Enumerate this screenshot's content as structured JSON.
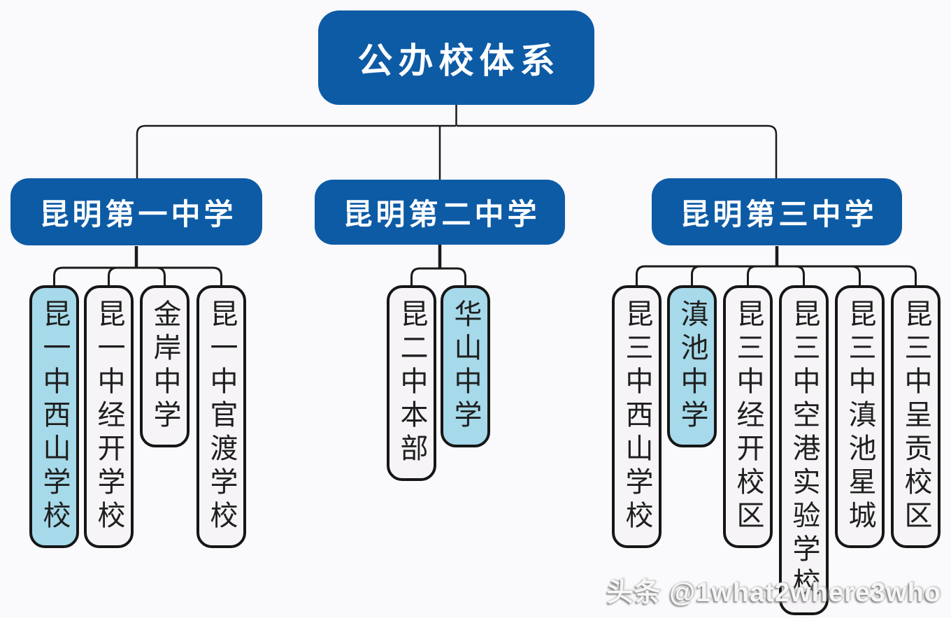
{
  "diagram": {
    "type": "org-chart",
    "root": {
      "label": "公办校体系"
    },
    "branches": [
      {
        "label": "昆明第一中学",
        "children": [
          {
            "label": "昆一中西山学校",
            "highlight": true
          },
          {
            "label": "昆一中经开学校",
            "highlight": false
          },
          {
            "label": "金岸中学",
            "highlight": false
          },
          {
            "label": "昆一中官渡学校",
            "highlight": false
          }
        ]
      },
      {
        "label": "昆明第二中学",
        "children": [
          {
            "label": "昆二中本部",
            "highlight": false
          },
          {
            "label": "华山中学",
            "highlight": true
          }
        ]
      },
      {
        "label": "昆明第三中学",
        "children": [
          {
            "label": "昆三中西山学校",
            "highlight": false
          },
          {
            "label": "滇池中学",
            "highlight": true
          },
          {
            "label": "昆三中经开校区",
            "highlight": false
          },
          {
            "label": "昆三中空港实验学校",
            "highlight": false
          },
          {
            "label": "昆三中滇池星城",
            "highlight": false
          },
          {
            "label": "昆三中呈贡校区",
            "highlight": false
          }
        ]
      }
    ],
    "colors": {
      "node_blue": "#0d5ba5",
      "highlight_blue": "#a6d9e9",
      "leaf_background": "#f6f4f6",
      "leaf_border": "#161616",
      "connector": "#1a1a1a",
      "page_background": "#faf9fc"
    }
  },
  "watermark": {
    "text": "头条 @1what2where3who"
  }
}
